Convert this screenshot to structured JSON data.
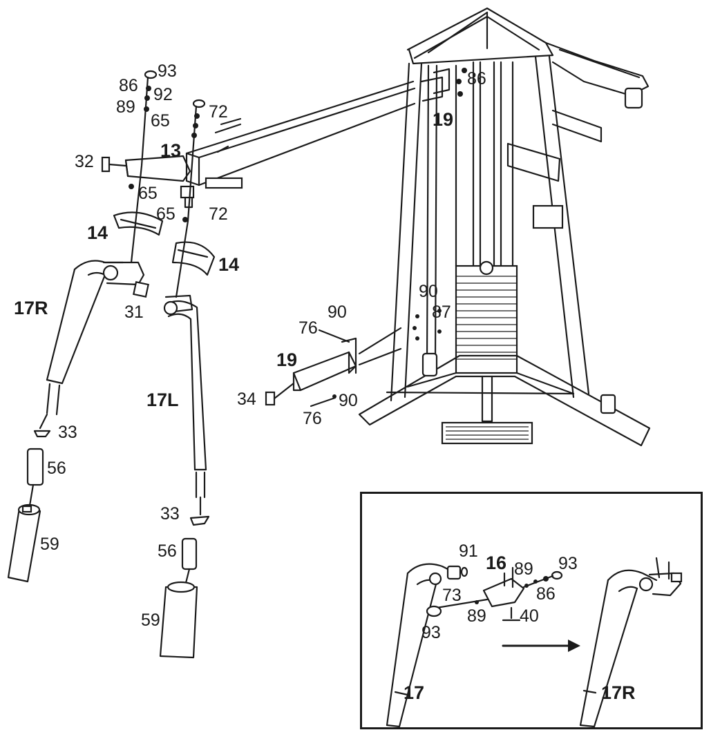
{
  "labels": {
    "l93a": "93",
    "l86a": "86",
    "l92": "92",
    "l89a": "89",
    "l65a": "65",
    "l72a": "72",
    "l13": "13",
    "l32": "32",
    "l65b": "65",
    "l65c": "65",
    "l72b": "72",
    "l14a": "14",
    "l14b": "14",
    "l17R": "17R",
    "l31": "31",
    "l17L": "17L",
    "l33a": "33",
    "l56a": "56",
    "l59a": "59",
    "l33b": "33",
    "l56b": "56",
    "l59b": "59",
    "l86b": "86",
    "l19a": "19",
    "l90a": "90",
    "l87": "87",
    "l76a": "76",
    "l90b": "90",
    "l19b": "19",
    "l34": "34",
    "l90c": "90",
    "l76b": "76",
    "i91": "91",
    "i16": "16",
    "i89a": "89",
    "i93a": "93",
    "i86": "86",
    "i73": "73",
    "i89b": "89",
    "i40": "40",
    "i93b": "93",
    "i17": "17",
    "i17R": "17R"
  }
}
